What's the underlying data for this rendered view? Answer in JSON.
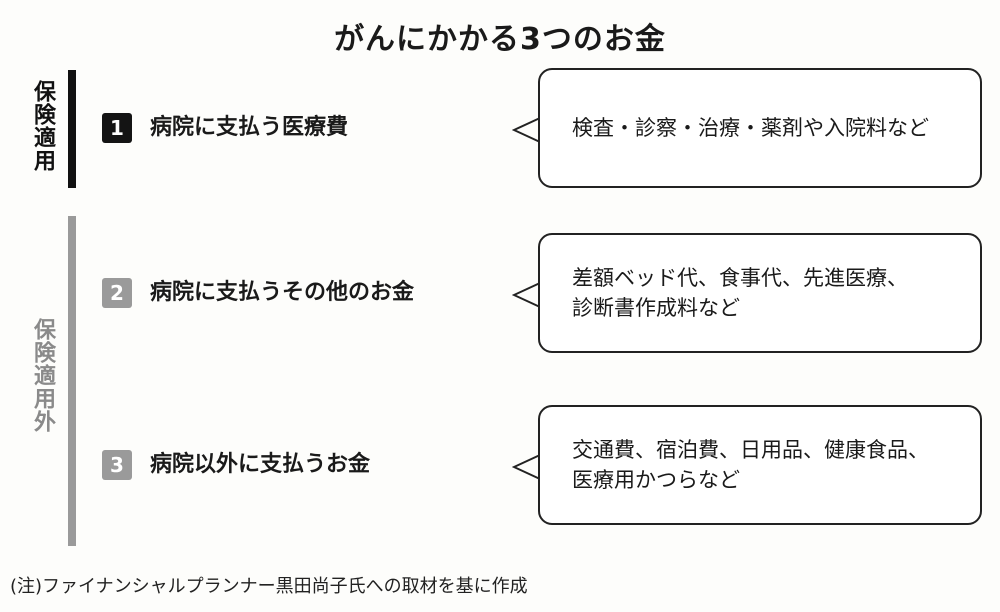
{
  "title": "がんにかかる3つのお金",
  "groups": {
    "covered": "保険適用",
    "uncovered": "保険適用外"
  },
  "items": [
    {
      "number": "1",
      "label": "病院に支払う医療費",
      "details": [
        "検査・診察・治療・薬剤や入院料など"
      ]
    },
    {
      "number": "2",
      "label": "病院に支払うその他のお金",
      "details": [
        "差額ベッド代、食事代、先進医療、",
        "診断書作成料など"
      ]
    },
    {
      "number": "3",
      "label": "病院以外に支払うお金",
      "details": [
        "交通費、宿泊費、日用品、健康食品、",
        "医療用かつらなど"
      ]
    }
  ],
  "note": "(注)ファイナンシャルプランナー黒田尚子氏への取材を基に作成",
  "colors": {
    "covered": "#111111",
    "uncovered": "#9a9a9a",
    "border": "#222222"
  }
}
